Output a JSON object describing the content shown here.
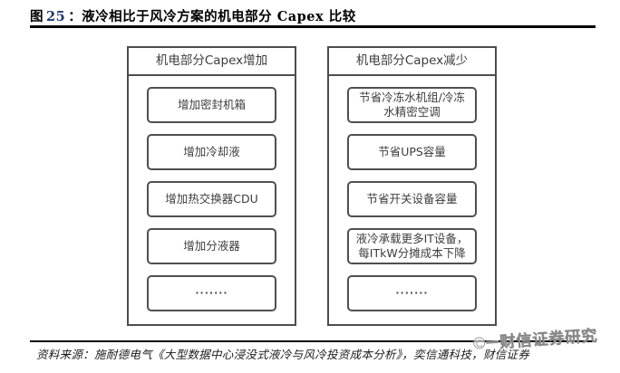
{
  "figure_header": {
    "prefix": "图",
    "number": "25",
    "separator": "：",
    "title": "液冷相比于风冷方案的机电部分 Capex 比较"
  },
  "columns": [
    {
      "header": "机电部分Capex增加",
      "items": [
        "增加密封机箱",
        "增加冷却液",
        "增加热交换器CDU",
        "增加分液器",
        "·······"
      ]
    },
    {
      "header": "机电部分Capex减少",
      "items": [
        "节省冷冻水机组/冷冻水精密空调",
        "节省UPS容量",
        "节省开关设备容量",
        "液冷承载更多IT设备，每ITkW分摊成本下降",
        "·······"
      ]
    }
  ],
  "footer": {
    "source": "资料来源：施耐德电气《大型数据中心浸没式液冷与风冷投资成本分析》，奕信通科技，财信证券"
  },
  "watermark": {
    "text": "财信证券研究"
  },
  "colors": {
    "figure_number_accent": "#1f3a68",
    "box_border": "#4d4d4d",
    "box_text": "#3d3d3d",
    "rule_black": "#000000",
    "watermark_gray": "#868686"
  }
}
